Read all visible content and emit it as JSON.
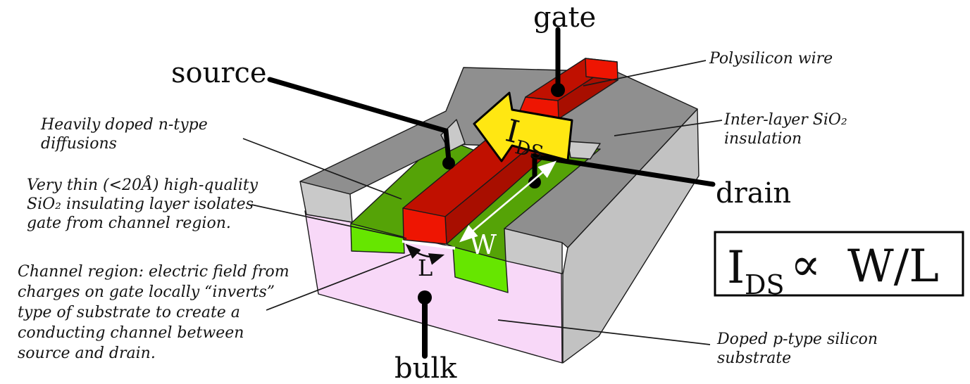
{
  "terminals": {
    "gate": "gate",
    "source": "source",
    "drain": "drain",
    "bulk": "bulk"
  },
  "annotations": {
    "polysilicon": {
      "lines": [
        "Polysilicon wire"
      ]
    },
    "interlayer": {
      "lines": [
        "Inter-layer SiO₂",
        "insulation"
      ]
    },
    "heavily_doped": {
      "lines": [
        "Heavily doped n-type",
        "diffusions"
      ]
    },
    "thin_oxide": {
      "lines": [
        "Very thin (<20Å) high-quality",
        "SiO₂ insulating layer isolates",
        "gate from channel region."
      ]
    },
    "channel": {
      "lines": [
        "Channel region: electric field from",
        "charges on gate locally “inverts”",
        "type of substrate to create a",
        "conducting channel between",
        "source and drain."
      ]
    },
    "substrate": {
      "lines": [
        "Doped p-type silicon",
        "substrate"
      ]
    }
  },
  "dimensions": {
    "width_label": "W",
    "length_label": "L"
  },
  "current_arrow": {
    "symbol": "I",
    "subscript": "DS"
  },
  "formula": {
    "symbol": "I",
    "subscript": "DS",
    "proportional": "∝",
    "ratio": "W/L"
  },
  "colors": {
    "insulation_gray_top": "#8f8f8f",
    "insulation_gray_light": "#c9c9c9",
    "end_face_gray": "#c2c2c2",
    "diffusion_green_top": "#55a307",
    "diffusion_green_front": "#66e600",
    "poly_red_top": "#c01000",
    "poly_red_bright": "#ee1502",
    "poly_red_side": "#a80e00",
    "substrate_pink": "#f8d8f8",
    "current_arrow_yellow": "#ffe712",
    "oxide_white": "#ffffff",
    "formula_border": "#000000"
  }
}
